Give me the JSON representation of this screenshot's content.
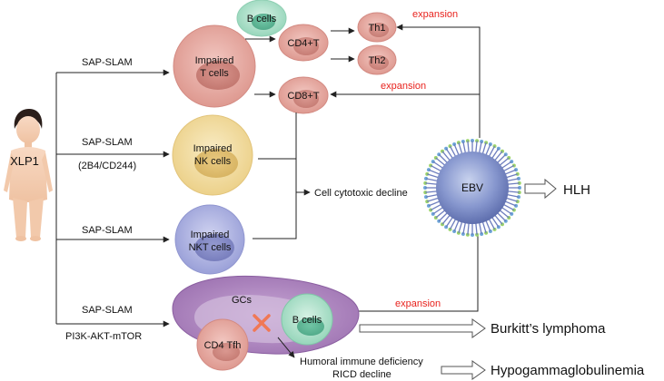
{
  "patient": {
    "label": "XLP1"
  },
  "pathways": {
    "t_cells": {
      "label": "SAP-SLAM"
    },
    "nk_cells": {
      "label": "SAP-SLAM",
      "sublabel": "(2B4/CD244)"
    },
    "nkt_cells": {
      "label": "SAP-SLAM"
    },
    "b_cells": {
      "label": "SAP-SLAM",
      "sublabel": "PI3K-AKT-mTOR"
    }
  },
  "cells": {
    "impaired_t": {
      "line1": "Impaired",
      "line2": "T cells"
    },
    "impaired_nk": {
      "line1": "Impaired",
      "line2": "NK cells"
    },
    "impaired_nkt": {
      "line1": "Impaired",
      "line2": "NKT cells"
    },
    "b_cells_top": "B cells",
    "cd4t": "CD4+T",
    "th1": "Th1",
    "th2": "Th2",
    "cd8t": "CD8+T",
    "gcs": "GCs",
    "b_cells_gc": "B cells",
    "cd4_tfh": "CD4 Tfh"
  },
  "ebv": {
    "label": "EBV"
  },
  "annotations": {
    "expansion_th1": "expansion",
    "expansion_cd8": "expansion",
    "expansion_b": "expansion",
    "cytotoxic": "Cell cytotoxic decline",
    "humoral_line1": "Humoral immune deficiency",
    "humoral_line2": "RICD decline"
  },
  "outcomes": {
    "hlh": "HLH",
    "burkitt": "Burkitt’s lymphoma",
    "hypogamma": "Hypogammaglobulinemia"
  },
  "colors": {
    "expansion_text": "#e8231e",
    "t_cell_fill": "#e6a9a3",
    "nk_cell_fill": "#f1dca0",
    "nkt_cell_fill": "#aeb3e0",
    "b_cell_fill": "#a9dfc7",
    "gc_fill": "#b790c6",
    "ebv_fill": "#7d8fc8",
    "cross": "#f07855"
  }
}
